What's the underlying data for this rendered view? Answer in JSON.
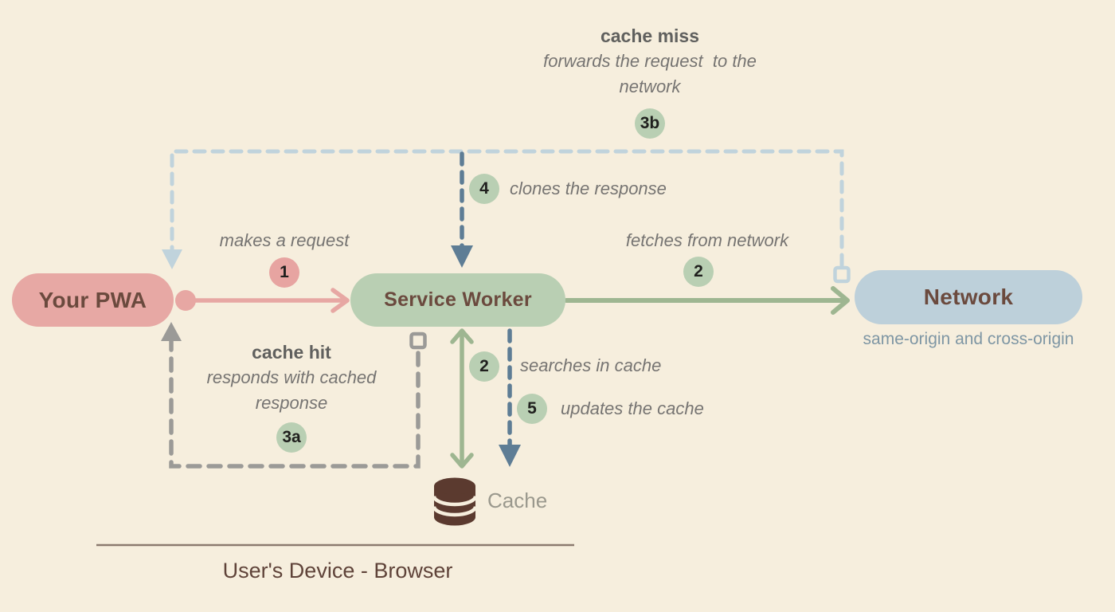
{
  "palette": {
    "background": "#f6eedd",
    "pwa_fill": "#e7a8a4",
    "service_worker_fill": "#b9cfb3",
    "network_fill": "#bdd0da",
    "badge_green": "#b9cfb3",
    "badge_pink": "#e7a4a1",
    "node_text": "#6b4a3e",
    "label_gray": "#767472",
    "label_bold_gray": "#60605e",
    "arrow_pink": "#e7a7a3",
    "arrow_green": "#9eb691",
    "dash_light_blue": "#c0d3dc",
    "dash_steel_blue": "#5e7d95",
    "dash_gray": "#9b9a97",
    "cache_icon_brown": "#5b3a2f",
    "cache_label_gray": "#9a988d",
    "network_subtitle": "#7e96a4",
    "footer_text": "#5f4339",
    "footer_line": "#8b7a6e",
    "badge_number": "#20201e"
  },
  "nodes": {
    "pwa": {
      "label": "Your PWA"
    },
    "service_worker": {
      "label": "Service Worker"
    },
    "network": {
      "label": "Network",
      "subtitle": "same-origin and cross-origin"
    },
    "cache": {
      "label": "Cache"
    }
  },
  "cache_miss_flow": {
    "title": "cache miss",
    "description_line1": "forwards the request  to the",
    "description_line2": "network",
    "badge": "3b"
  },
  "cache_hit_flow": {
    "title": "cache hit",
    "description_line1": "responds with cached",
    "description_line2": "response",
    "badge": "3a"
  },
  "steps": {
    "makes_request": {
      "badge": "1",
      "label": "makes a request"
    },
    "fetches_from_network": {
      "badge": "2",
      "label": "fetches from network"
    },
    "clones_response": {
      "badge": "4",
      "label": "clones the response"
    },
    "searches_in_cache": {
      "badge": "2",
      "label": "searches in cache"
    },
    "updates_cache": {
      "badge": "5",
      "label": "updates the cache"
    }
  },
  "footer": {
    "label": "User's Device - Browser"
  }
}
